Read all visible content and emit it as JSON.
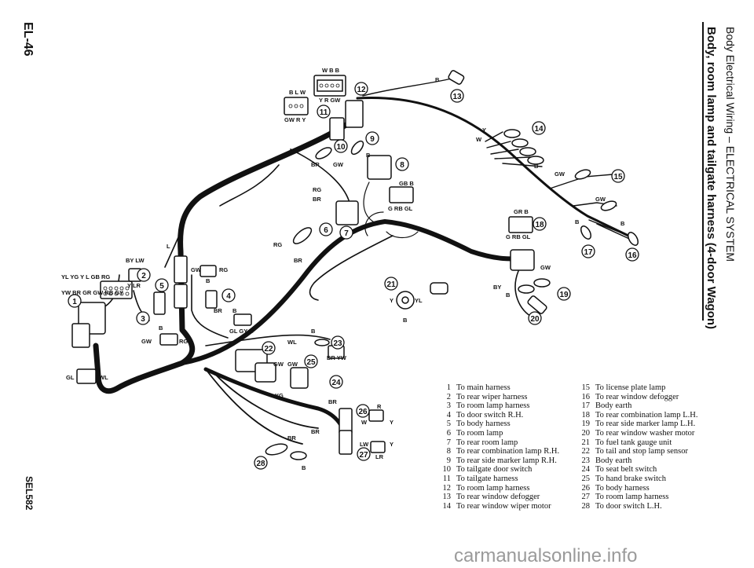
{
  "header": {
    "section_title": "Body Electrical Wiring – ELECTRICAL SYSTEM",
    "diagram_title": "Body, room lamp and tailgate harness (4-door Wagon)",
    "page_number": "EL-46",
    "ref_code": "SEL582"
  },
  "legend": [
    {
      "num": "1",
      "text": "To main harness"
    },
    {
      "num": "2",
      "text": "To rear wiper harness"
    },
    {
      "num": "3",
      "text": "To room lamp harness"
    },
    {
      "num": "4",
      "text": "To door switch R.H."
    },
    {
      "num": "5",
      "text": "To body harness"
    },
    {
      "num": "6",
      "text": "To room lamp"
    },
    {
      "num": "7",
      "text": "To rear room lamp"
    },
    {
      "num": "8",
      "text": "To rear combination lamp R.H."
    },
    {
      "num": "9",
      "text": "To rear side marker lamp R.H."
    },
    {
      "num": "10",
      "text": "To tailgate door switch"
    },
    {
      "num": "11",
      "text": "To tailgate harness"
    },
    {
      "num": "12",
      "text": "To room lamp harness"
    },
    {
      "num": "13",
      "text": "To rear window defogger"
    },
    {
      "num": "14",
      "text": "To rear window wiper motor"
    },
    {
      "num": "15",
      "text": "To license plate lamp"
    },
    {
      "num": "16",
      "text": "To rear window defogger"
    },
    {
      "num": "17",
      "text": "Body earth"
    },
    {
      "num": "18",
      "text": "To rear combination lamp L.H."
    },
    {
      "num": "19",
      "text": "To rear side marker lamp L.H."
    },
    {
      "num": "20",
      "text": "To rear window washer motor"
    },
    {
      "num": "21",
      "text": "To fuel tank gauge unit"
    },
    {
      "num": "22",
      "text": "To tail and stop lamp sensor"
    },
    {
      "num": "23",
      "text": "Body earth"
    },
    {
      "num": "24",
      "text": "To seat belt switch"
    },
    {
      "num": "25",
      "text": "To hand brake switch"
    },
    {
      "num": "26",
      "text": "To body harness"
    },
    {
      "num": "27",
      "text": "To room lamp harness"
    },
    {
      "num": "28",
      "text": "To door switch L.H."
    }
  ],
  "callouts": [
    "1",
    "2",
    "3",
    "4",
    "5",
    "6",
    "7",
    "8",
    "9",
    "10",
    "11",
    "12",
    "13",
    "14",
    "15",
    "16",
    "17",
    "18",
    "19",
    "20",
    "21",
    "22",
    "23",
    "24",
    "25",
    "26",
    "27",
    "28"
  ],
  "wire_labels": {
    "w12_top": "W B B",
    "w12_bot": "Y R GW",
    "w11_top": "B L W",
    "w11_bot": "GW R Y",
    "w1_top": "YL YG Y L GB RG",
    "w1_bot": "YW BR GR GW RB GY",
    "w2": "BY LW",
    "w2b": "Y LR",
    "w_gl_wl_l": "GL",
    "w_gl_wl_r": "WL",
    "w3": "GW",
    "w3b": "RG",
    "w5a": "GW",
    "w5b": "RG",
    "w5c": "B",
    "w_l": "L",
    "w4a": "BR",
    "w4b": "B",
    "w6a": "RG",
    "w6b": "BR",
    "w7a": "RG",
    "w7b": "BR",
    "w10": "BR",
    "w9a": "GW",
    "w9b": "B",
    "w8": "GB B",
    "w8b": "G RB GL",
    "w_gb_mid": "GR B",
    "w_gb_mid2": "G RB GL",
    "w13": "B",
    "w14a": "Y",
    "w14b": "W",
    "w14c": "B",
    "w15a": "GW",
    "w15b": "GW",
    "w17": "B",
    "w16": "B",
    "w18": "GW",
    "w19a": "BY",
    "w19b": "B",
    "w21a": "Y",
    "w21b": "YL",
    "w21c": "B",
    "w_gl_gy": "GL GY G",
    "w_b_small": "B",
    "w22": "WL",
    "w22b": "GW",
    "w22c": "GW",
    "w23": "B",
    "w25": "BR YW",
    "w_yg": "YG",
    "w24": "BR",
    "w26a": "R",
    "w26b": "W",
    "w26c": "Y",
    "w27a": "LW",
    "w27b": "Y",
    "w27c": "LR",
    "w28a": "BR",
    "w28b": "BR",
    "w28c": "B"
  },
  "watermark": "carmanualsonline.info"
}
